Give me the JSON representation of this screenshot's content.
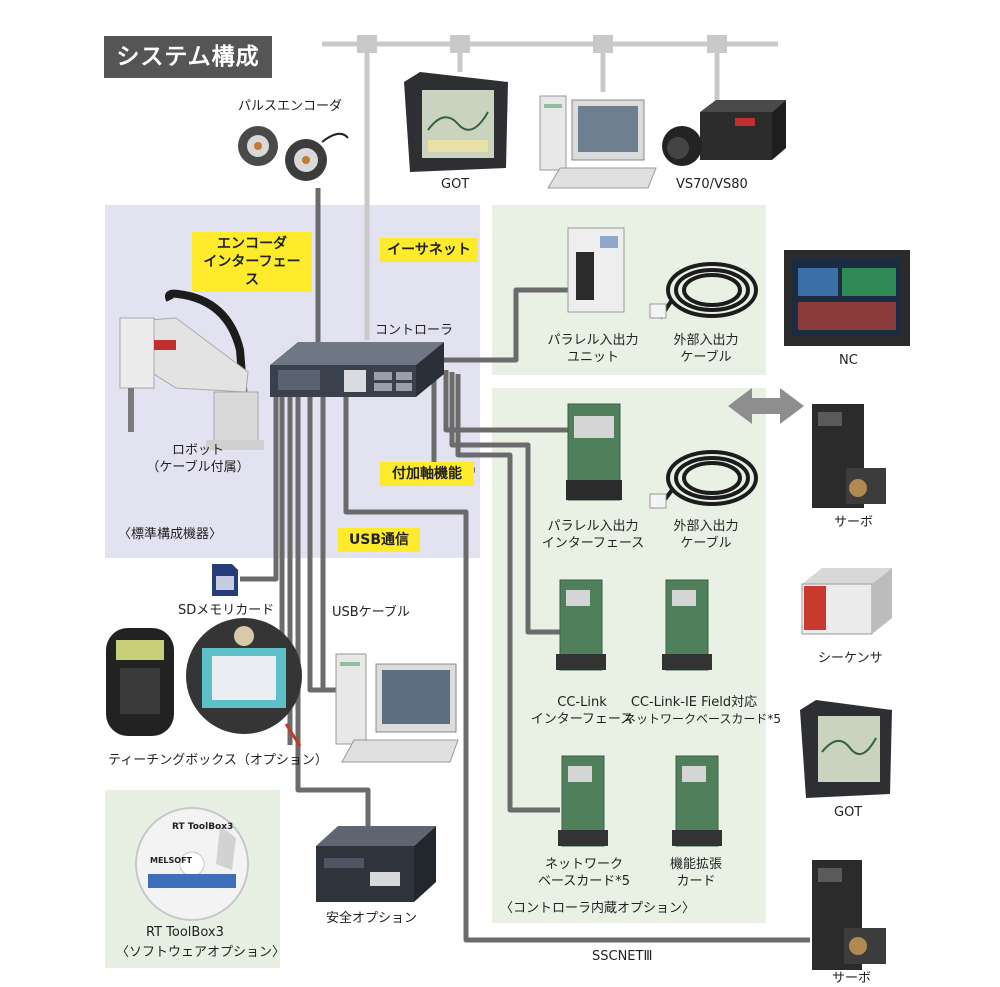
{
  "title": "システム構成",
  "tags": {
    "encoder_interface": [
      "エンコーダ",
      "インターフェース"
    ],
    "ethernet": "イーサネット",
    "additional_axis": "付加軸機能",
    "usb": "USB通信"
  },
  "labels": {
    "pulse_encoder": "パルスエンコーダ",
    "got_top": "GOT",
    "vs": "VS70/VS80",
    "controller": "コントローラ",
    "robot": [
      "ロボット",
      "（ケーブル付属）"
    ],
    "standard": "〈標準構成機器〉",
    "sd": "SDメモリカード",
    "teaching": "ティーチングボックス（オプション）",
    "usb_cable": "USBケーブル",
    "safety": "安全オプション",
    "rt_toolbox": "RT ToolBox3",
    "software_option": "〈ソフトウェアオプション〉",
    "parallel_io_unit": [
      "パラレル入出力",
      "ユニット"
    ],
    "ext_io_cable_1": [
      "外部入出力",
      "ケーブル"
    ],
    "nc": "NC",
    "parallel_io_if": [
      "パラレル入出力",
      "インターフェース"
    ],
    "ext_io_cable_2": [
      "外部入出力",
      "ケーブル"
    ],
    "servo_1": "サーボ",
    "cclink": [
      "CC-Link",
      "インターフェース"
    ],
    "cclink_ie": [
      "CC-Link-IE Field対応",
      "ネットワークベースカード*5"
    ],
    "sequencer": "シーケンサ",
    "network_base": [
      "ネットワーク",
      "ベースカード*5"
    ],
    "function_ext": [
      "機能拡張",
      "カード"
    ],
    "got_right": "GOT",
    "builtin_option": "〈コントローラ内蔵オプション〉",
    "sscnet": "SSCNETⅢ",
    "servo_2": "サーボ"
  },
  "disc_text": {
    "product": "RT ToolBox3",
    "brand": "MELSOFT"
  },
  "colors": {
    "title_bg": "#555555",
    "tag_yellow": "#fdeb2c",
    "standard_panel": "#e3e2f0",
    "option_panel": "#e8f1e4",
    "software_panel": "#e7f0e3",
    "cable": "#6b6b6b",
    "ethernet_bus": "#c9c9c9"
  }
}
